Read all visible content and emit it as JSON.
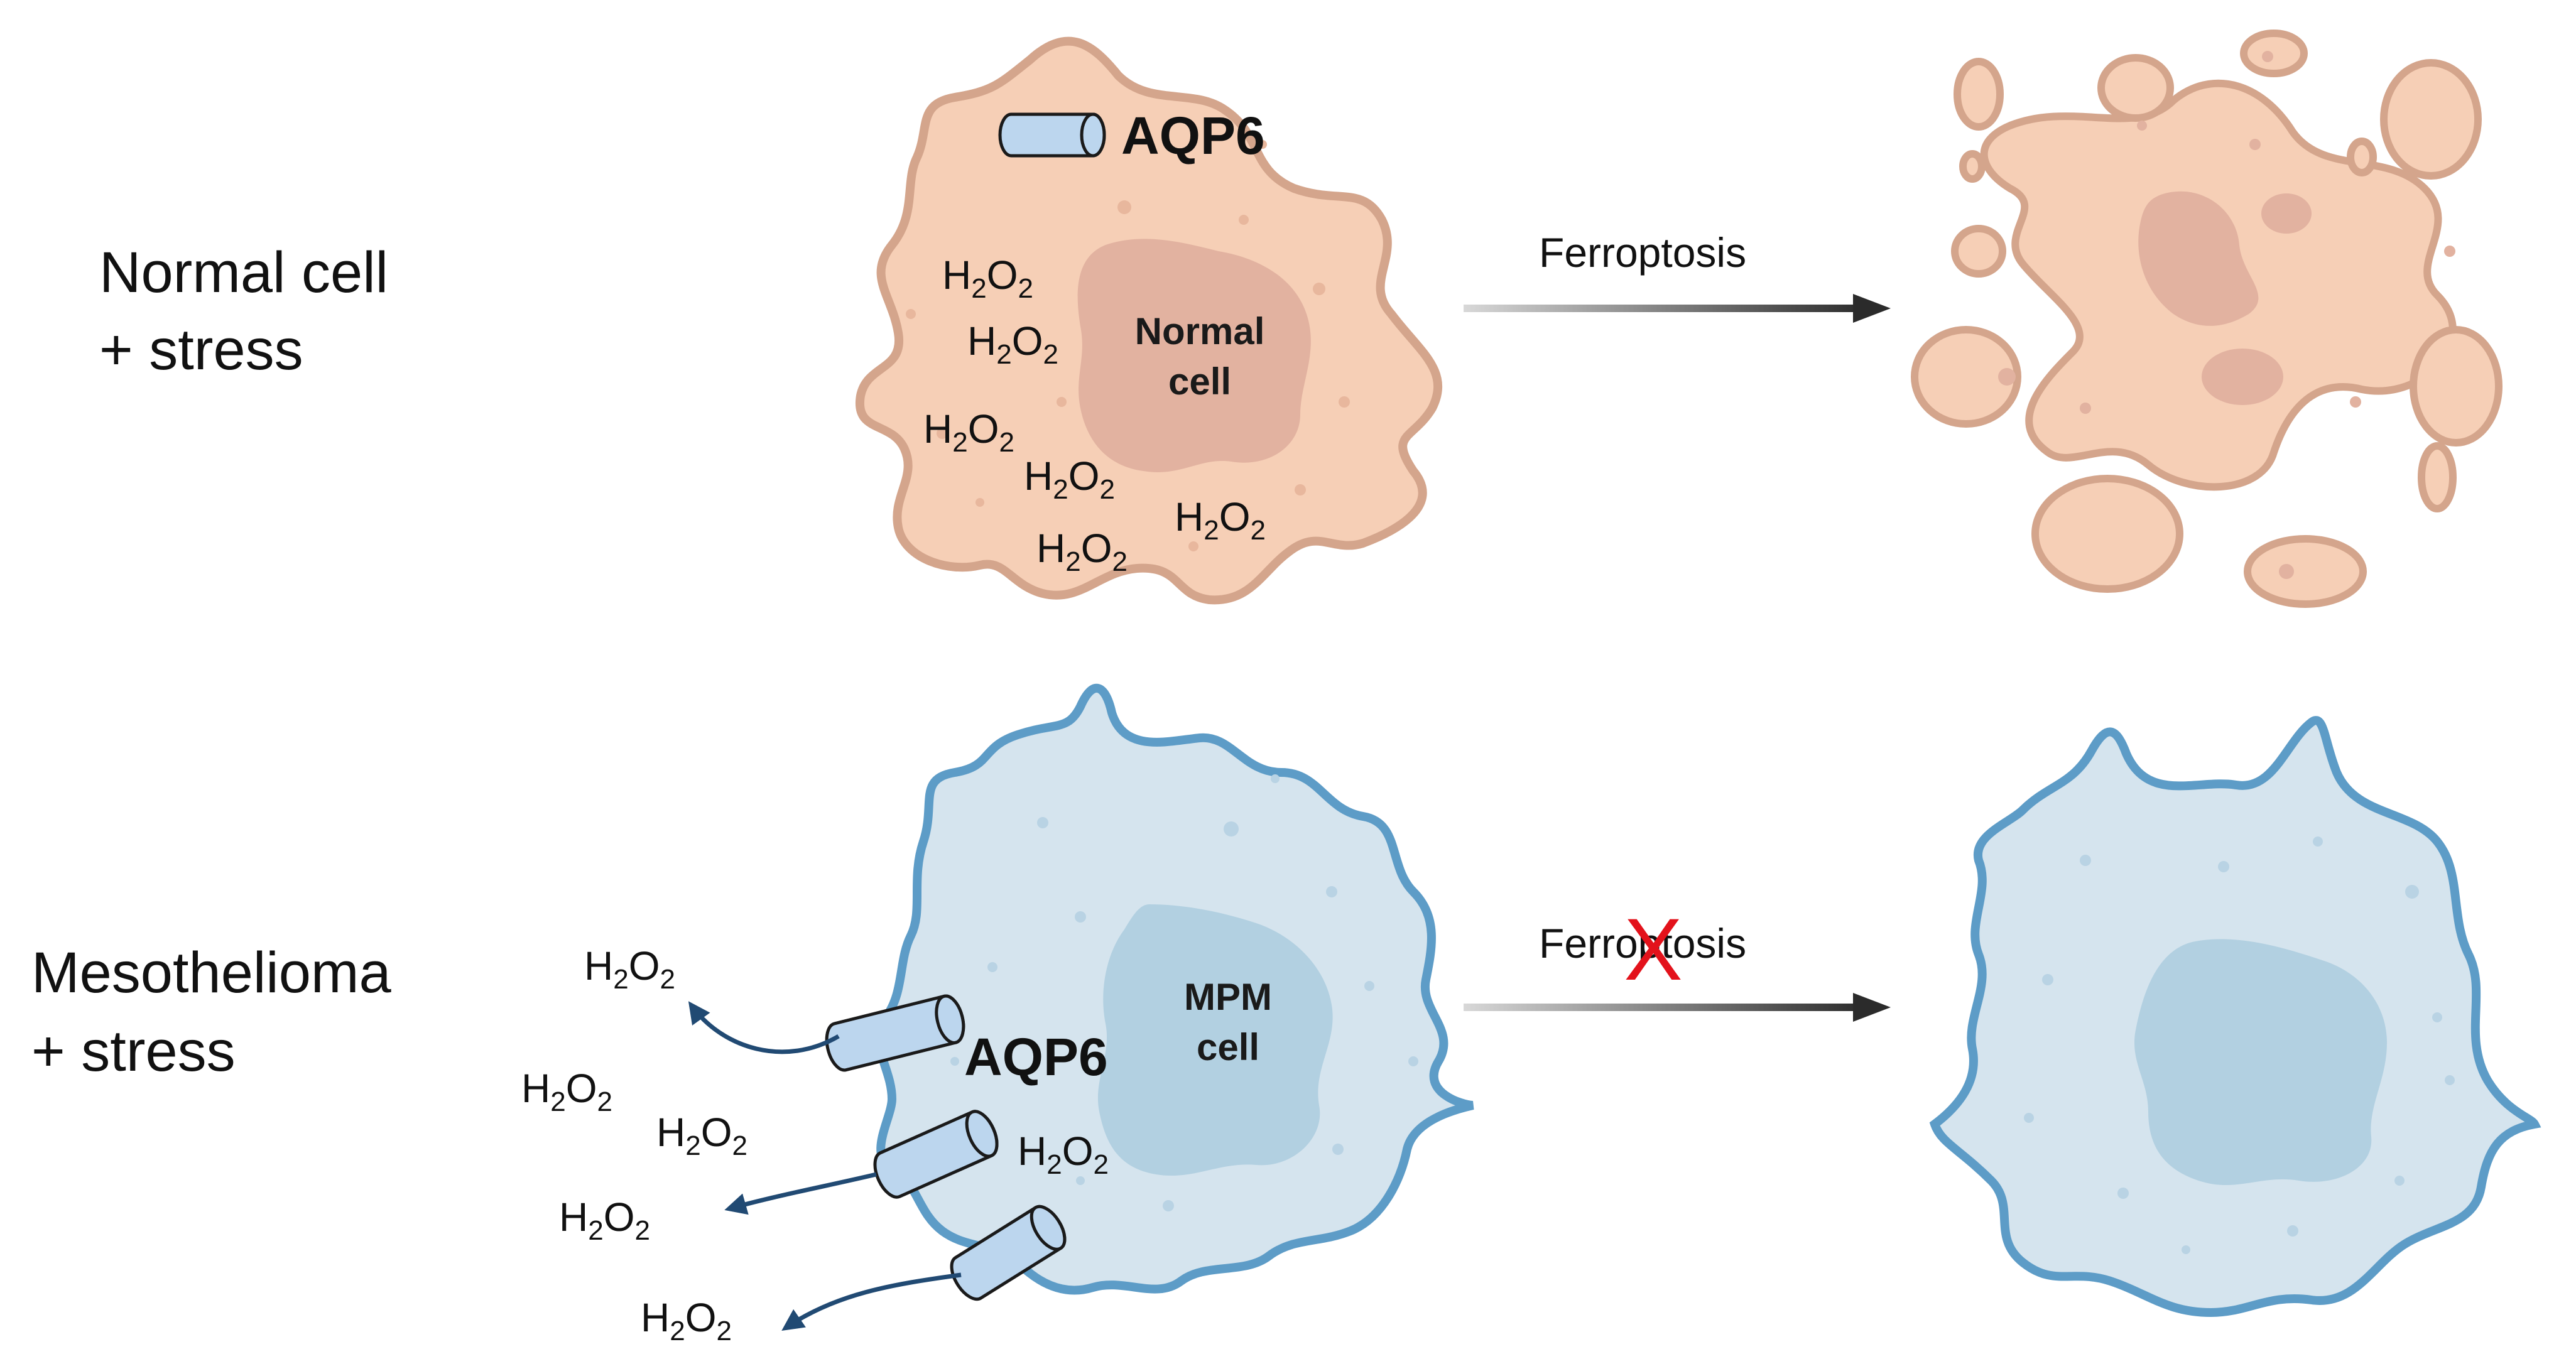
{
  "rows": {
    "normal": {
      "label_line1": "Normal cell",
      "label_line2": "+ stress",
      "nucleus_line1": "Normal",
      "nucleus_line2": "cell",
      "channel_label": "AQP6",
      "process_label": "Ferroptosis",
      "process_blocked": false
    },
    "meso": {
      "label_line1": "Mesothelioma",
      "label_line2": "+ stress",
      "nucleus_line1": "MPM",
      "nucleus_line2": "cell",
      "channel_label": "AQP6",
      "process_label": "Ferroptosis",
      "process_blocked": true,
      "blocked_mark": "X"
    }
  },
  "molecule": {
    "base1": "H",
    "sub1": "2",
    "base2": "O",
    "sub2": "2"
  },
  "colors": {
    "normal_fill": "#f6cfb6",
    "normal_stroke": "#d4a58c",
    "normal_nucleus": "#e2b2a0",
    "meso_fill": "#d5e4ee",
    "meso_stroke": "#5d9cc7",
    "meso_nucleus": "#b2d0e1",
    "channel_fill": "#bcd6ee",
    "arrow_dark": "#3a3a3a",
    "efflux_arrow": "#214a73",
    "blocked_mark": "#e3121b"
  }
}
